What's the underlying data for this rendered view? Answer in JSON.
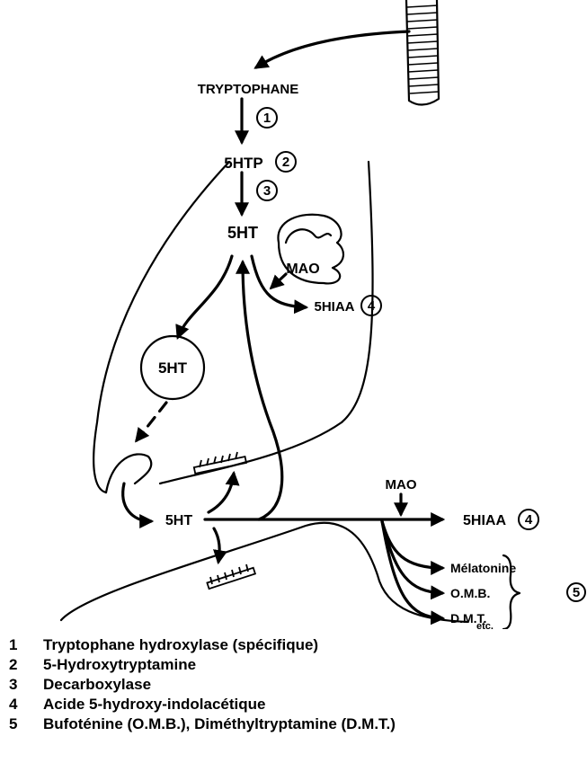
{
  "labels": {
    "tryptophane": "TRYPTOPHANE",
    "htp": "5HTP",
    "ht_top": "5HT",
    "mao_top": "MAO",
    "hiaa_top": "5HIAA",
    "ht_vesicle": "5HT",
    "ht_synapse": "5HT",
    "mao_bottom": "MAO",
    "hiaa_bottom": "5HIAA",
    "melatonine": "Mélatonine",
    "omb": "O.M.B.",
    "dmt": "D.M.T.",
    "etc": "etc."
  },
  "markers": {
    "m1": "1",
    "m2": "2",
    "m3": "3",
    "m4a": "4",
    "m4b": "4",
    "m5": "5"
  },
  "legend": [
    {
      "num": "1",
      "text": "Tryptophane hydroxylase (spécifique)"
    },
    {
      "num": "2",
      "text": "5-Hydroxytryptamine"
    },
    {
      "num": "3",
      "text": "Decarboxylase"
    },
    {
      "num": "4",
      "text": "Acide 5-hydroxy-indolacétique"
    },
    {
      "num": "5",
      "text": "Bufoténine (O.M.B.), Diméthyltryptamine (D.M.T.)"
    }
  ]
}
